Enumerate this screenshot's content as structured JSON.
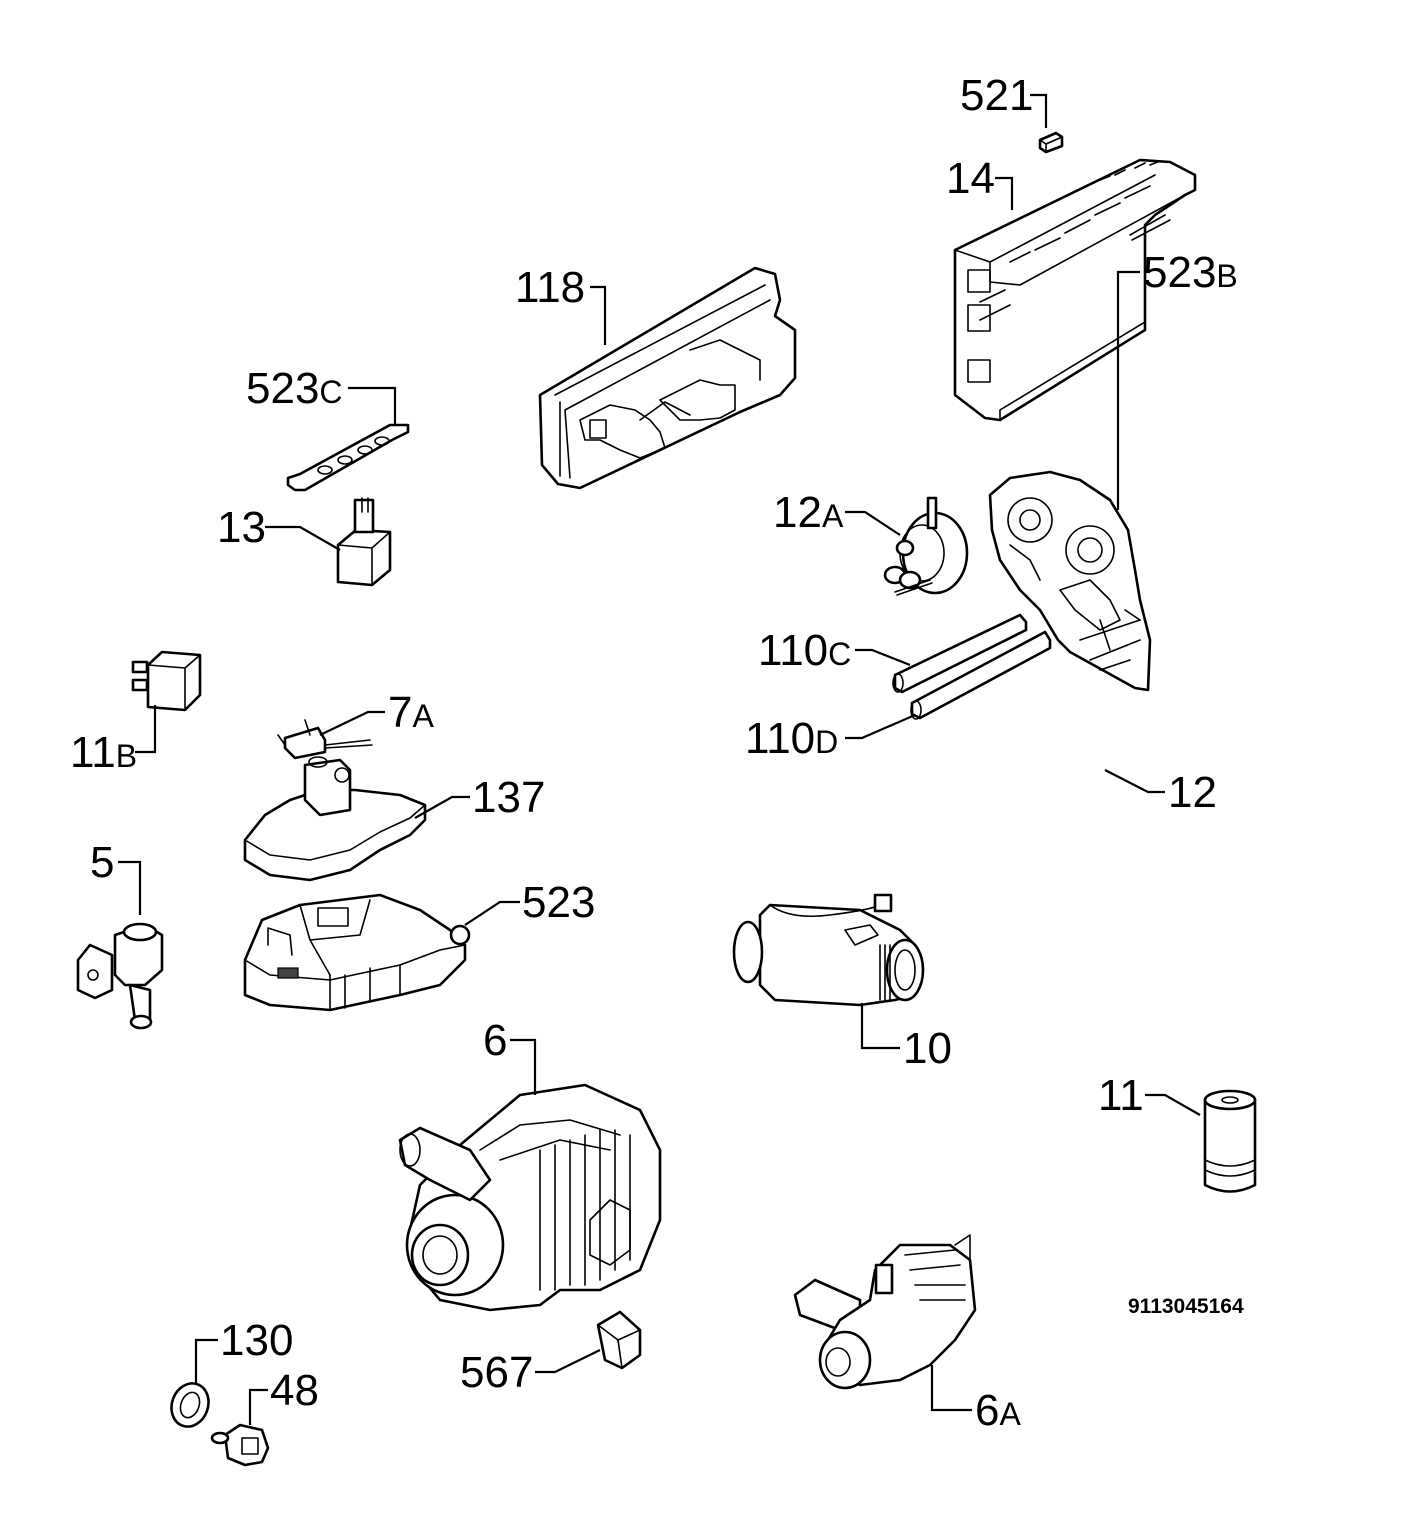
{
  "callouts": {
    "c521": {
      "num": "521",
      "suffix": ""
    },
    "c14": {
      "num": "14",
      "suffix": ""
    },
    "c118": {
      "num": "118",
      "suffix": ""
    },
    "c523C": {
      "num": "523",
      "suffix": "C"
    },
    "c523B": {
      "num": "523",
      "suffix": "B"
    },
    "c12A": {
      "num": "12",
      "suffix": "A"
    },
    "c13": {
      "num": "13",
      "suffix": ""
    },
    "c110C": {
      "num": "110",
      "suffix": "C"
    },
    "c110D": {
      "num": "110",
      "suffix": "D"
    },
    "c11B": {
      "num": "11",
      "suffix": "B"
    },
    "c7A": {
      "num": "7",
      "suffix": "A"
    },
    "c137": {
      "num": "137",
      "suffix": ""
    },
    "c12": {
      "num": "12",
      "suffix": ""
    },
    "c5": {
      "num": "5",
      "suffix": ""
    },
    "c523": {
      "num": "523",
      "suffix": ""
    },
    "c10": {
      "num": "10",
      "suffix": ""
    },
    "c6": {
      "num": "6",
      "suffix": ""
    },
    "c11": {
      "num": "11",
      "suffix": ""
    },
    "c130": {
      "num": "130",
      "suffix": ""
    },
    "c48": {
      "num": "48",
      "suffix": ""
    },
    "c567": {
      "num": "567",
      "suffix": ""
    },
    "c6A": {
      "num": "6",
      "suffix": "A"
    }
  },
  "drawing_number": "9113045164"
}
